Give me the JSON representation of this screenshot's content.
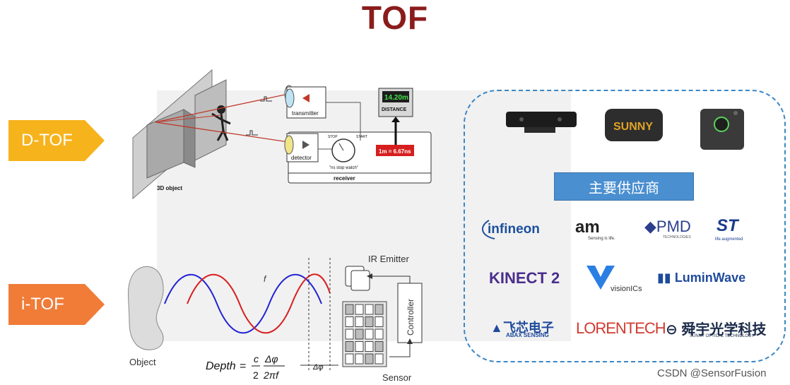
{
  "title": "TOF",
  "dtof": {
    "label": "D-TOF",
    "color": "#f7b31c",
    "object_label": "3D object",
    "transmitter": "transmitter",
    "detector": "detector",
    "receiver": "receiver",
    "distance_display": "14.20m",
    "distance_label": "DISTANCE",
    "stop": "STOP",
    "start": "START",
    "stopwatch": "\"ns stop watch\"",
    "formula": "1m = 6.67ns"
  },
  "itof": {
    "label": "i-TOF",
    "color": "#f07c38",
    "object_label": "Object",
    "wave_f": "f",
    "ir_emitter": "IR Emitter",
    "controller": "Controller",
    "sensor": "Sensor",
    "depth_lhs": "Depth",
    "eq": "=",
    "c": "c",
    "two_a": "2",
    "delta_phi_num": "Δφ",
    "two_pi_f": "2πf",
    "delta_phi": "Δφ"
  },
  "suppliers": {
    "title": "主要供应商",
    "logos": {
      "infineon": "infineon",
      "ams": "am",
      "ams_sub": "Sensing is life.",
      "pmd": "PMD",
      "pmd_sub": "TECHNOLOGIES",
      "st": "ST",
      "st_sub": "life.augmented",
      "kinect": "KINECT 2",
      "visionics": "visionICs",
      "luminwave": "LuminWave",
      "abax": "飞芯电子",
      "abax_sub": "ABAX SENSING",
      "lorentech": "LORENTECH",
      "sunny_cn": "舜宇光学科技",
      "sunny_en": "SUNNY OPTICAL TECHNOLOGY",
      "sunny_device": "SUNNY"
    }
  },
  "watermark": "CSDN @SensorFusion"
}
